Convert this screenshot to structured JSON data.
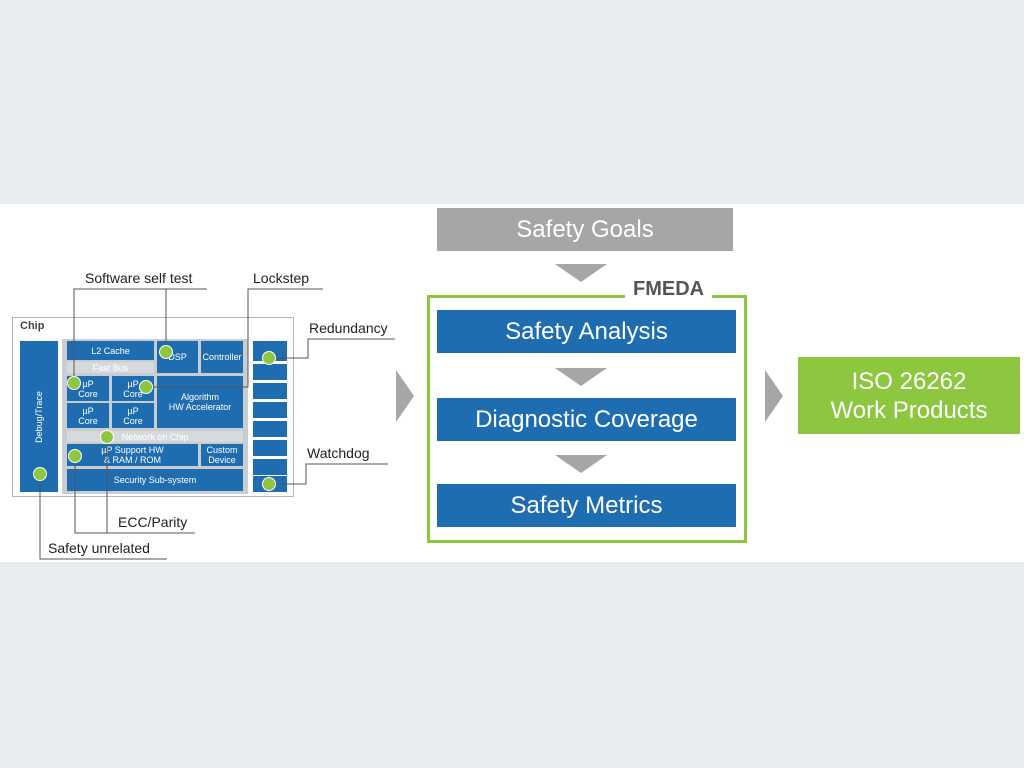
{
  "chip": {
    "title": "Chip",
    "debug_trace": "Debug/Trace",
    "l2_cache": "L2 Cache",
    "dsp": "DSP",
    "controller": "Controller",
    "fast_bus": "Fast Bus",
    "up_core": "µP\nCore",
    "algorithm": "Algorithm\nHW Accelerator",
    "network": "Network on Chip",
    "support": "µP Support HW\n& RAM / ROM",
    "custom": "Custom\nDevice",
    "security": "Security Sub-system"
  },
  "callouts": {
    "software_self_test": "Software self test",
    "lockstep": "Lockstep",
    "redundancy": "Redundancy",
    "watchdog": "Watchdog",
    "ecc_parity": "ECC/Parity",
    "safety_unrelated": "Safety unrelated"
  },
  "flow": {
    "safety_goals": "Safety Goals",
    "fmeda": "FMEDA",
    "safety_analysis": "Safety Analysis",
    "diagnostic_coverage": "Diagnostic Coverage",
    "safety_metrics": "Safety Metrics",
    "iso": "ISO 26262\nWork Products"
  },
  "colors": {
    "block_blue": "#1f6db1",
    "marker_green": "#8dc63f",
    "arrow_grey": "#a6a6a6",
    "fmeda_border": "#8dc63f"
  }
}
